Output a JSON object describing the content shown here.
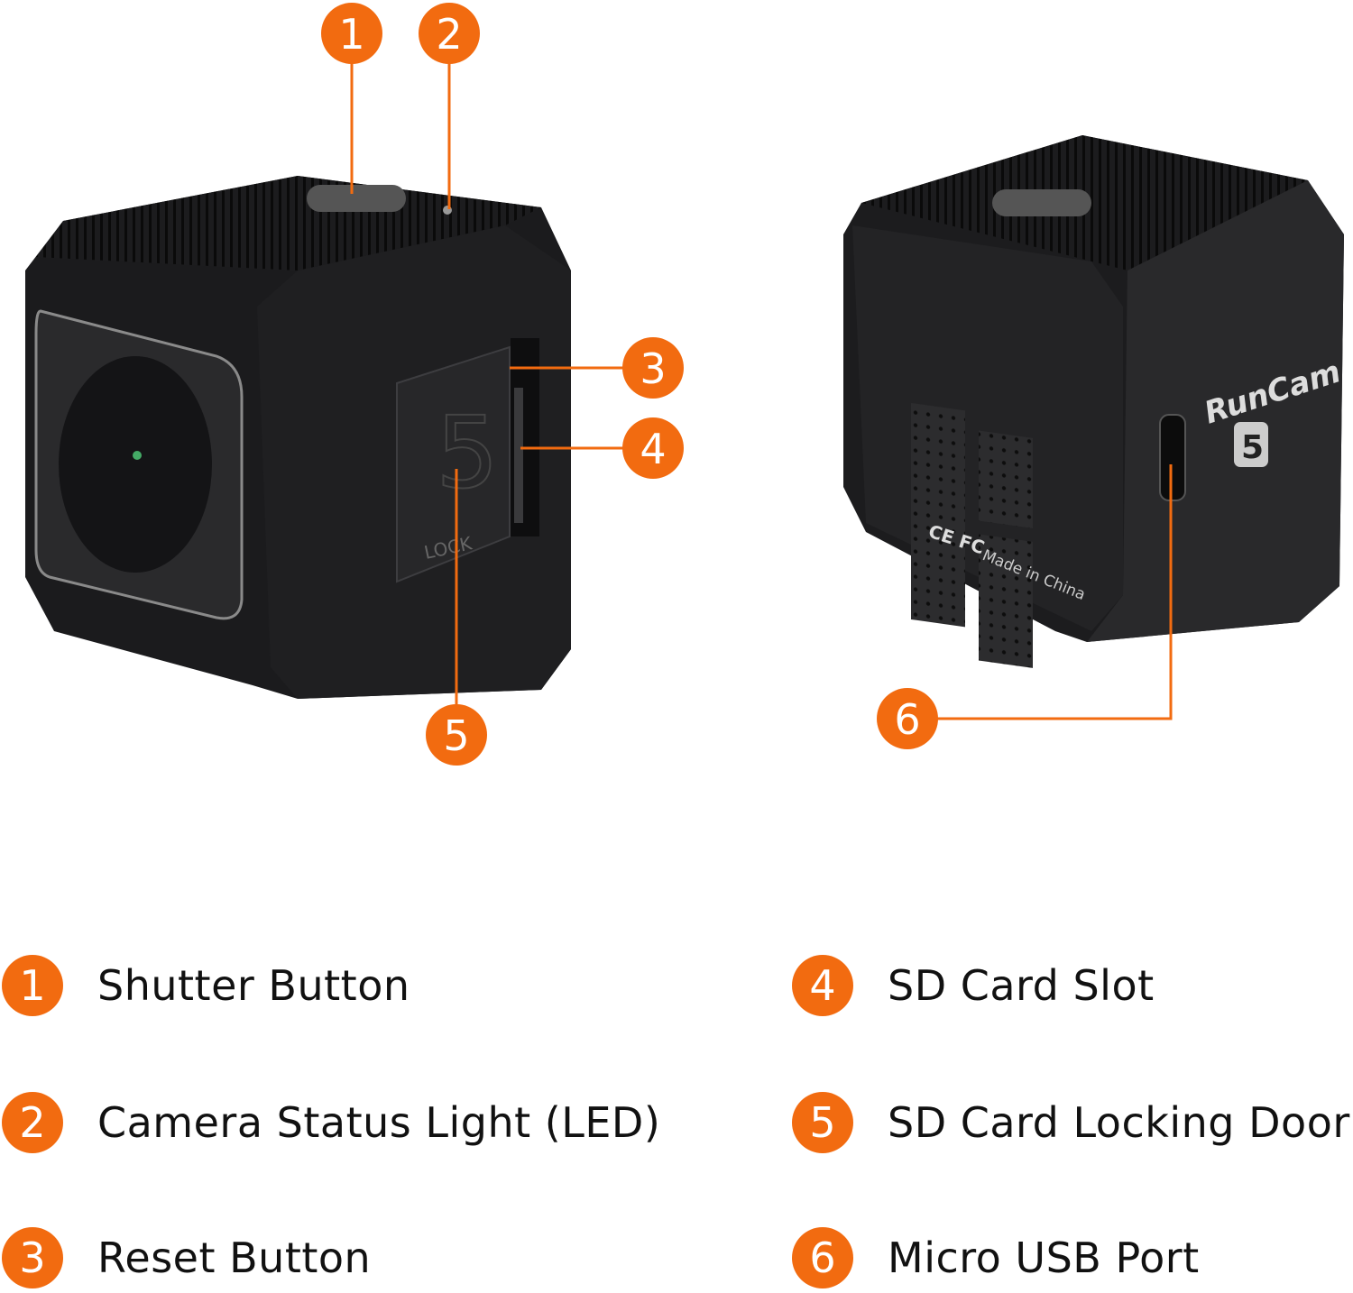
{
  "accent_color": "#f26b10",
  "callouts": [
    "1",
    "2",
    "3",
    "4",
    "5",
    "6"
  ],
  "camera_front": {
    "door_number": "5",
    "door_text": "LOCK"
  },
  "camera_back": {
    "brand": "RunCam",
    "model": "5",
    "cert": "CE FC",
    "origin": "Made in China"
  },
  "legend": [
    {
      "num": "1",
      "label": "Shutter Button"
    },
    {
      "num": "2",
      "label": "Camera Status Light (LED)"
    },
    {
      "num": "3",
      "label": "Reset Button"
    },
    {
      "num": "4",
      "label": "SD Card Slot"
    },
    {
      "num": "5",
      "label": "SD Card Locking Door"
    },
    {
      "num": "6",
      "label": "Micro USB Port"
    }
  ]
}
